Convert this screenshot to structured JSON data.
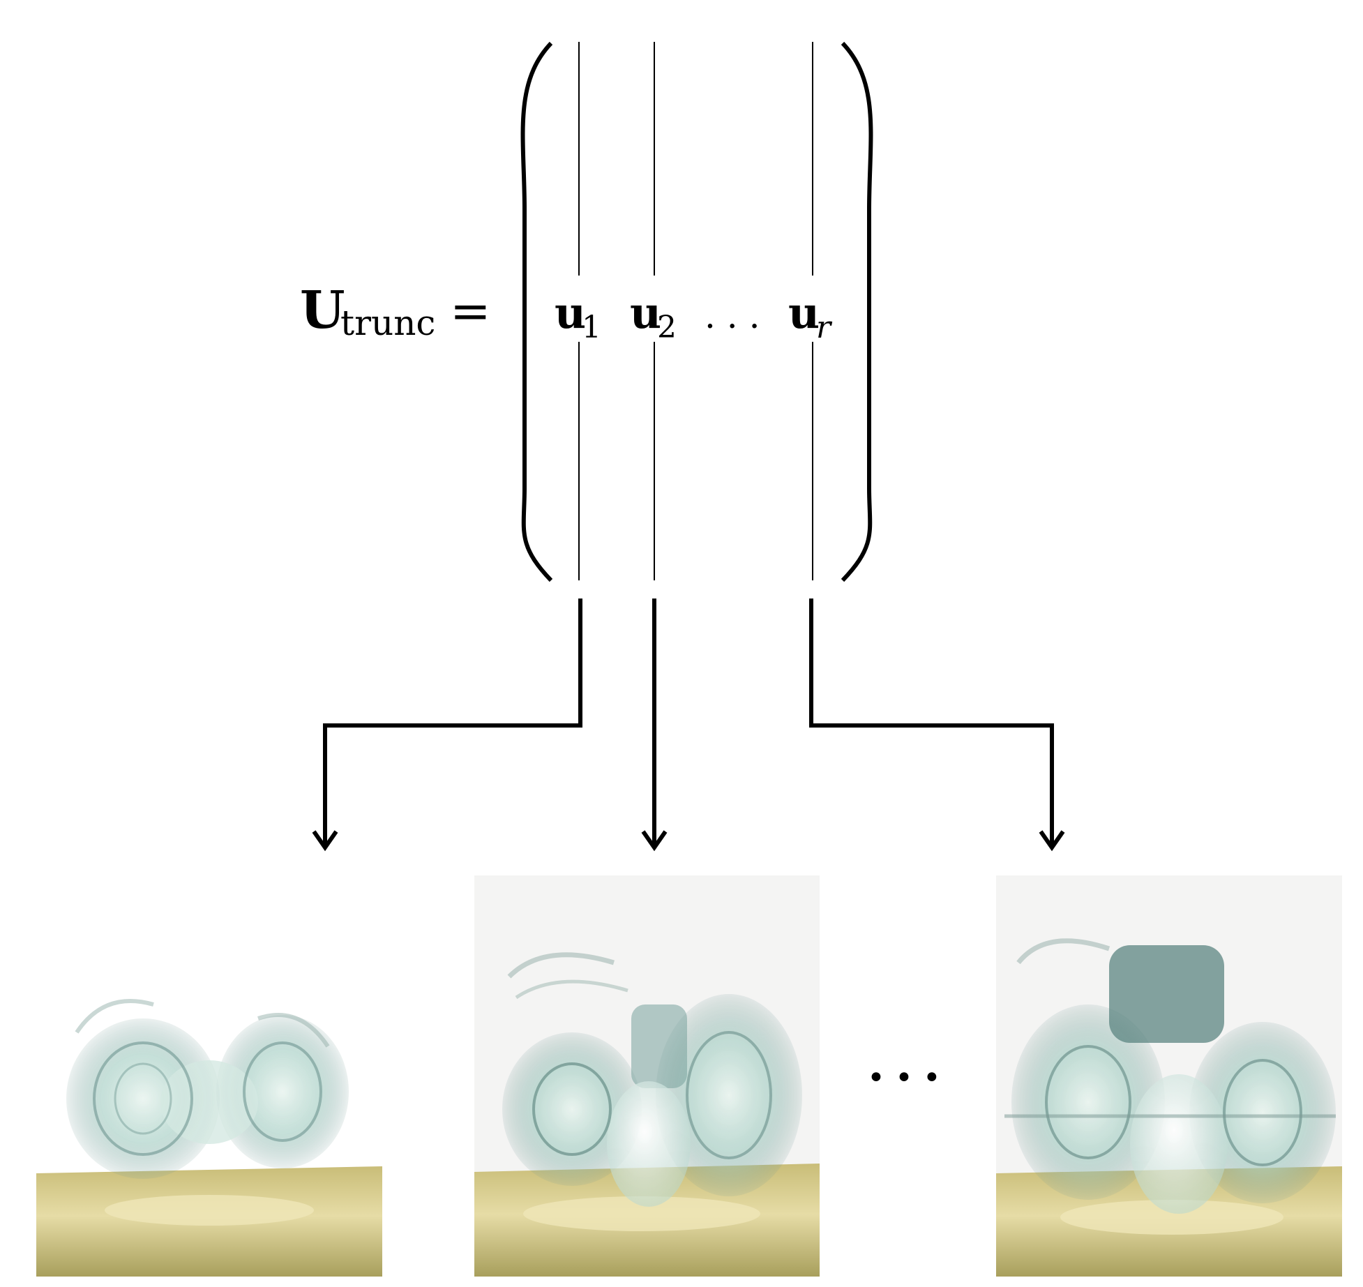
{
  "equation": {
    "lhs_symbol": "U",
    "lhs_subscript": "trunc",
    "equals": "=",
    "columns": [
      {
        "symbol": "u",
        "subscript": "1"
      },
      {
        "symbol": "u",
        "subscript": "2"
      },
      {
        "symbol": "u",
        "subscript": "r"
      }
    ],
    "column_ellipsis": ". . ."
  },
  "panels": [
    {
      "name": "mode-1-render"
    },
    {
      "name": "mode-2-render"
    },
    {
      "name": "mode-r-render"
    }
  ],
  "panel_ellipsis": "• • •",
  "colors": {
    "ground_light": "#e3d8a0",
    "ground_dark": "#a79f5a",
    "vortex": "#9ec9c0",
    "vortex_dark": "#4f7c78",
    "panel_bg": "#f4f4f3"
  }
}
